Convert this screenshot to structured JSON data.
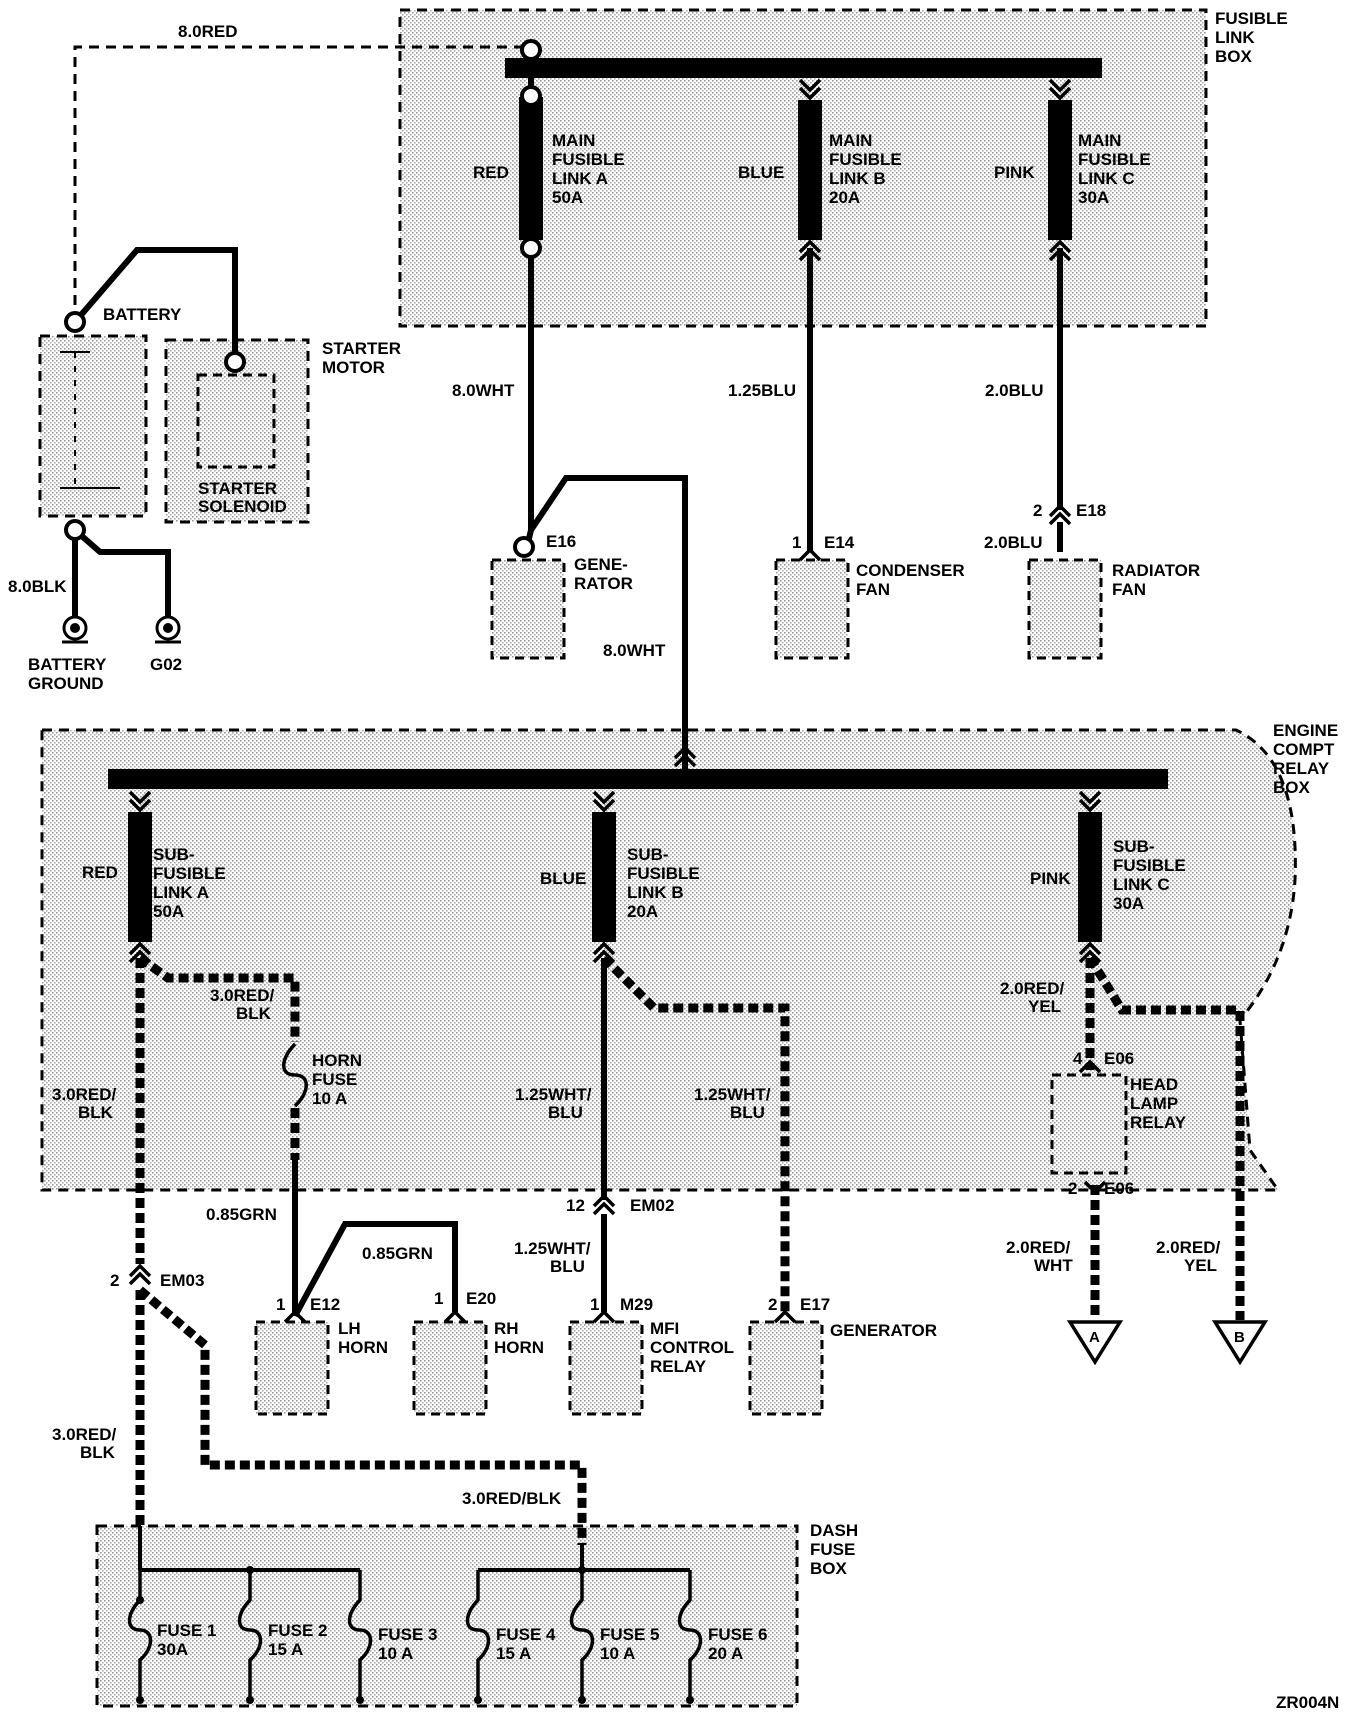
{
  "labels": {
    "wire_battery_red": "8.0RED",
    "fusible_link_box": [
      "FUSIBLE",
      "LINK",
      "BOX"
    ],
    "link_a_color": "RED",
    "link_a": [
      "MAIN",
      "FUSIBLE",
      "LINK A",
      "50A"
    ],
    "link_b_color": "BLUE",
    "link_b": [
      "MAIN",
      "FUSIBLE",
      "LINK B",
      "20A"
    ],
    "link_c_color": "PINK",
    "link_c": [
      "MAIN",
      "FUSIBLE",
      "LINK C",
      "30A"
    ],
    "battery": "BATTERY",
    "starter_motor": [
      "STARTER",
      "MOTOR"
    ],
    "starter_solenoid": [
      "STARTER",
      "SOLENOID"
    ],
    "battery_ground": [
      "BATTERY",
      "GROUND"
    ],
    "g02": "G02",
    "wire_ground_blk": "8.0BLK",
    "wire_gen_wht": "8.0WHT",
    "wire_cond_blu": "1.25BLU",
    "wire_rad_blu": "2.0BLU",
    "wire_rad_blu2": "2.0BLU",
    "e16": "E16",
    "generator_top": [
      "GENE-",
      "RATOR"
    ],
    "e14_pin": "1",
    "e14": "E14",
    "condenser_fan": [
      "CONDENSER",
      "FAN"
    ],
    "e18_pin": "2",
    "e18": "E18",
    "radiator_fan": [
      "RADIATOR",
      "FAN"
    ],
    "wire_gen_relay": "8.0WHT",
    "engine_compt_relay_box": [
      "ENGINE",
      "COMPT",
      "RELAY",
      "BOX"
    ],
    "sub_a_color": "RED",
    "sub_a": [
      "SUB-",
      "FUSIBLE",
      "LINK A",
      "50A"
    ],
    "sub_b_color": "BLUE",
    "sub_b": [
      "SUB-",
      "FUSIBLE",
      "LINK B",
      "20A"
    ],
    "sub_c_color": "PINK",
    "sub_c": [
      "SUB-",
      "FUSIBLE",
      "LINK C",
      "30A"
    ],
    "wire_horn_redblk": [
      "3.0RED/",
      "BLK"
    ],
    "horn_fuse": [
      "HORN",
      "FUSE",
      "10 A"
    ],
    "wire_left_redblk": [
      "3.0RED/",
      "BLK"
    ],
    "wire_mfi_whtblu": [
      "1.25WHT/",
      "BLU"
    ],
    "wire_gen2_whtblu": [
      "1.25WHT/",
      "BLU"
    ],
    "wire_hl_redyel": [
      "2.0RED/",
      "YEL"
    ],
    "e06_pin_top": "4",
    "e06_top": "E06",
    "head_lamp_relay": [
      "HEAD",
      "LAMP",
      "RELAY"
    ],
    "e06_pin_bottom": "2",
    "e06_bottom": "E06",
    "wire_horn_grn": "0.85GRN",
    "wire_rh_grn": "0.85GRN",
    "em02_pin": "12",
    "em02": "EM02",
    "wire_m29_whtblu": [
      "1.25WHT/",
      "BLU"
    ],
    "wire_a_redwht": [
      "2.0RED/",
      "WHT"
    ],
    "wire_b_redyel": [
      "2.0RED/",
      "YEL"
    ],
    "em03_pin": "2",
    "em03": "EM03",
    "e12_pin": "1",
    "e12": "E12",
    "lh_horn": [
      "LH",
      "HORN"
    ],
    "e20_pin": "1",
    "e20": "E20",
    "rh_horn": [
      "RH",
      "HORN"
    ],
    "m29_pin": "1",
    "m29": "M29",
    "mfi_relay": [
      "MFI",
      "CONTROL",
      "RELAY"
    ],
    "e17_pin": "2",
    "e17": "E17",
    "generator_bottom": "GENERATOR",
    "conn_a": "A",
    "conn_b": "B",
    "wire_dash_left": [
      "3.0RED/",
      "BLK"
    ],
    "wire_dash_right": "3.0RED/BLK",
    "dash_fuse_box": [
      "DASH",
      "FUSE",
      "BOX"
    ],
    "fuses": [
      {
        "name": "FUSE 1",
        "rating": "30A"
      },
      {
        "name": "FUSE 2",
        "rating": "15 A"
      },
      {
        "name": "FUSE 3",
        "rating": "10 A"
      },
      {
        "name": "FUSE 4",
        "rating": "15 A"
      },
      {
        "name": "FUSE 5",
        "rating": "10 A"
      },
      {
        "name": "FUSE 6",
        "rating": "20 A"
      }
    ],
    "figure_id": "ZR004N"
  }
}
